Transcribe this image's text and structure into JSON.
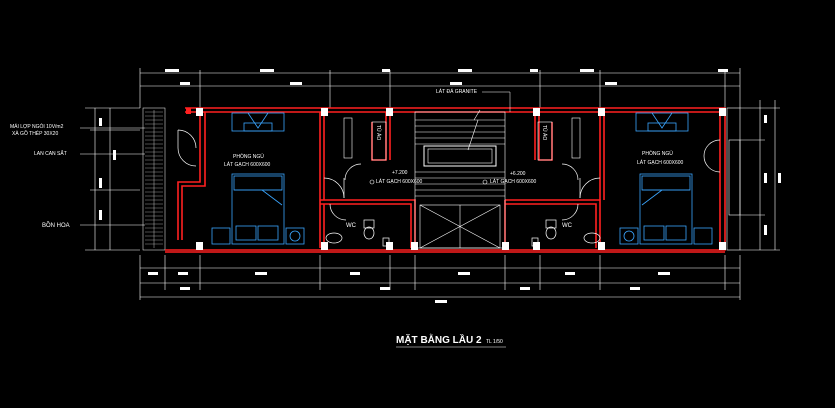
{
  "drawing": {
    "title": "MẶT BẰNG LẦU 2",
    "scale": "TL 1/50"
  },
  "labels": {
    "roof_note_1": "MÁI LỢP NGÓI 10V/m2",
    "roof_note_2": "XÀ GỒ THÉP 30X20",
    "railing": "LAN CAN SẮT",
    "flower_box": "BỒN HOA",
    "granite": "LÁT ĐÁ GRANITE"
  },
  "rooms": {
    "bedroom_left": {
      "name": "PHÒNG NGỦ",
      "floor": "LÁT GẠCH 600X600"
    },
    "bedroom_right": {
      "name": "PHÒNG NGỦ",
      "floor": "LÁT GẠCH 600X600"
    },
    "hall_left": {
      "level": "+7.200",
      "floor": "LÁT GẠCH 600X600"
    },
    "hall_right": {
      "level": "+6.200",
      "floor": "LÁT GẠCH 600X600"
    },
    "wc_left": "WC",
    "wc_right": "WC",
    "wardrobe_left": "TỦ ÁO",
    "wardrobe_right": "TỦ ÁO"
  },
  "colors": {
    "wall": "#ff2020",
    "furniture": "#3aa6ff",
    "dimension": "#ffffff",
    "window": "#ffffff",
    "hatch": "#9a9a9a",
    "background": "#000000"
  }
}
